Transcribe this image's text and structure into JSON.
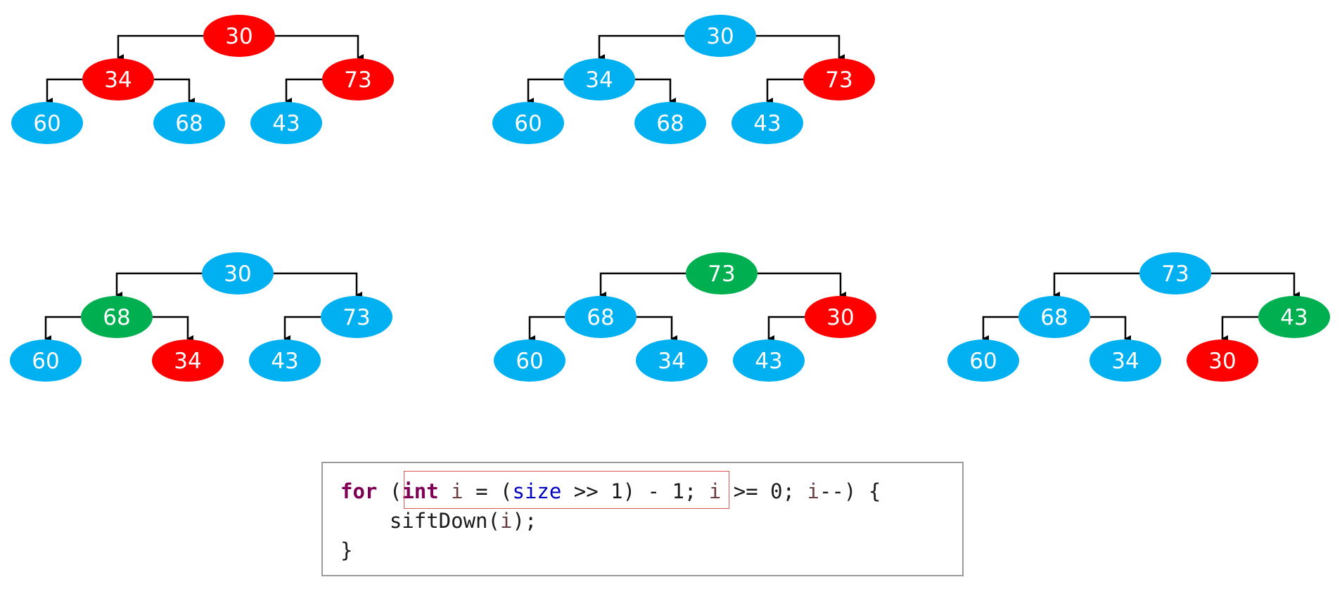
{
  "colors": {
    "normal": "#00b0f0",
    "sifting": "#ff0000",
    "swapped": "#00b050",
    "edge": "#000000",
    "highlight_border": "#e05555"
  },
  "trees": [
    {
      "id": "step-1",
      "nodes": [
        {
          "value": "30",
          "state": "sifting"
        },
        {
          "value": "34",
          "state": "sifting"
        },
        {
          "value": "73",
          "state": "sifting"
        },
        {
          "value": "60",
          "state": "normal"
        },
        {
          "value": "68",
          "state": "normal"
        },
        {
          "value": "43",
          "state": "normal"
        }
      ]
    },
    {
      "id": "step-2",
      "nodes": [
        {
          "value": "30",
          "state": "normal"
        },
        {
          "value": "34",
          "state": "normal"
        },
        {
          "value": "73",
          "state": "sifting"
        },
        {
          "value": "60",
          "state": "normal"
        },
        {
          "value": "68",
          "state": "normal"
        },
        {
          "value": "43",
          "state": "normal"
        }
      ]
    },
    {
      "id": "step-3",
      "nodes": [
        {
          "value": "30",
          "state": "normal"
        },
        {
          "value": "68",
          "state": "swapped"
        },
        {
          "value": "73",
          "state": "normal"
        },
        {
          "value": "60",
          "state": "normal"
        },
        {
          "value": "34",
          "state": "sifting"
        },
        {
          "value": "43",
          "state": "normal"
        }
      ]
    },
    {
      "id": "step-4",
      "nodes": [
        {
          "value": "73",
          "state": "swapped"
        },
        {
          "value": "68",
          "state": "normal"
        },
        {
          "value": "30",
          "state": "sifting"
        },
        {
          "value": "60",
          "state": "normal"
        },
        {
          "value": "34",
          "state": "normal"
        },
        {
          "value": "43",
          "state": "normal"
        }
      ]
    },
    {
      "id": "step-5",
      "nodes": [
        {
          "value": "73",
          "state": "normal"
        },
        {
          "value": "68",
          "state": "normal"
        },
        {
          "value": "43",
          "state": "swapped"
        },
        {
          "value": "60",
          "state": "normal"
        },
        {
          "value": "34",
          "state": "normal"
        },
        {
          "value": "30",
          "state": "sifting"
        }
      ]
    }
  ],
  "code": {
    "line1": [
      {
        "text": "for",
        "cls": "kw"
      },
      {
        "text": " (",
        "cls": ""
      },
      {
        "text": "int",
        "cls": "kw"
      },
      {
        "text": " ",
        "cls": ""
      },
      {
        "text": "i",
        "cls": "var"
      },
      {
        "text": " = (",
        "cls": ""
      },
      {
        "text": "size",
        "cls": "field"
      },
      {
        "text": " >> 1) - 1; ",
        "cls": ""
      },
      {
        "text": "i",
        "cls": "var"
      },
      {
        "text": " >= 0; ",
        "cls": ""
      },
      {
        "text": "i",
        "cls": "var"
      },
      {
        "text": "--) {",
        "cls": ""
      }
    ],
    "line2": [
      {
        "text": "    siftDown(",
        "cls": ""
      },
      {
        "text": "i",
        "cls": "var"
      },
      {
        "text": ");",
        "cls": ""
      }
    ],
    "line3": [
      {
        "text": "}",
        "cls": ""
      }
    ],
    "highlighted_fragment": "int i = (size >> 1) - 1"
  }
}
